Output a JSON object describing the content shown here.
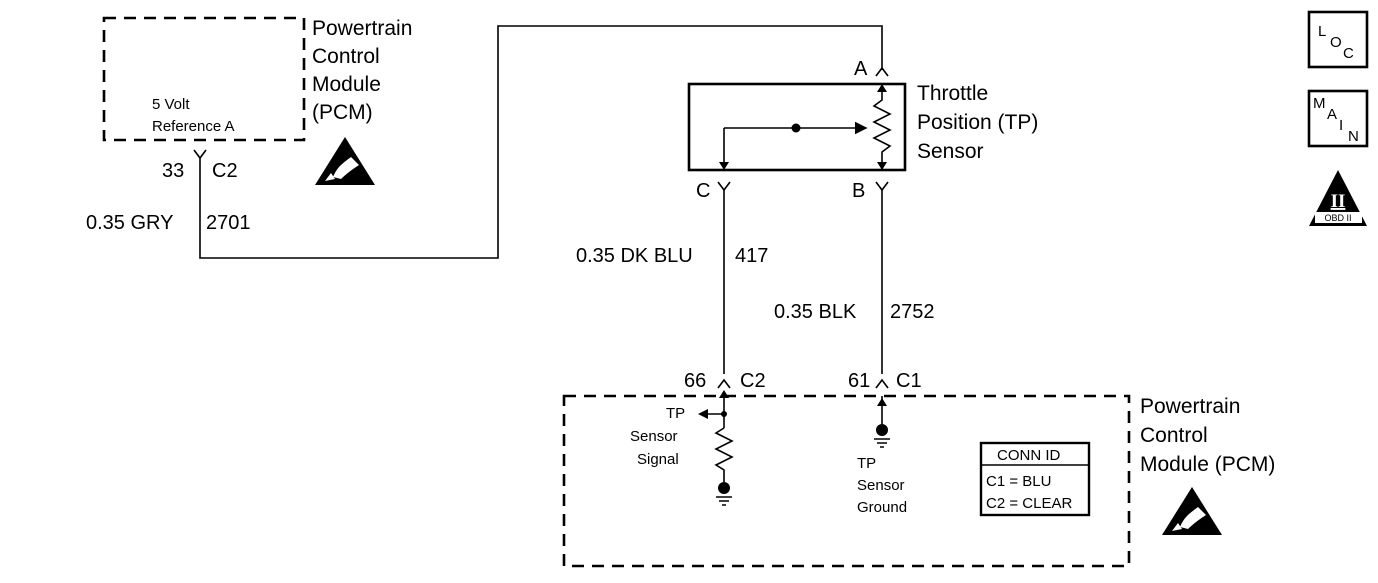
{
  "top_pcm": {
    "label_lines": [
      "Powertrain",
      "Control",
      "Module",
      "(PCM)"
    ],
    "ref_lines": [
      "5 Volt",
      "Reference A"
    ],
    "pin": "33",
    "conn": "C2",
    "wire_gauge_color": "0.35 GRY",
    "circuit": "2701"
  },
  "tp_sensor": {
    "label_lines": [
      "Throttle",
      "Position (TP)",
      "Sensor"
    ],
    "pin_a": "A",
    "pin_b": "B",
    "pin_c": "C"
  },
  "wires": {
    "signal_gauge_color": "0.35 DK BLU",
    "signal_circuit": "417",
    "ground_gauge_color": "0.35 BLK",
    "ground_circuit": "2752"
  },
  "bottom_pcm": {
    "label_lines": [
      "Powertrain",
      "Control",
      "Module (PCM)"
    ],
    "pin_signal": "66",
    "conn_signal": "C2",
    "pin_ground": "61",
    "conn_ground": "C1",
    "signal_lines": [
      "TP",
      "Sensor",
      "Signal"
    ],
    "ground_lines": [
      "TP",
      "Sensor",
      "Ground"
    ],
    "conn_id": {
      "title": "CONN ID",
      "rows": [
        "C1 = BLU",
        "C2 = CLEAR"
      ]
    }
  },
  "side_icons": {
    "loc_letters": [
      "L",
      "O",
      "C"
    ],
    "main_letters": [
      "M",
      "A",
      "I",
      "N"
    ],
    "obd_numeral": "II",
    "obd_text": "OBD II"
  }
}
